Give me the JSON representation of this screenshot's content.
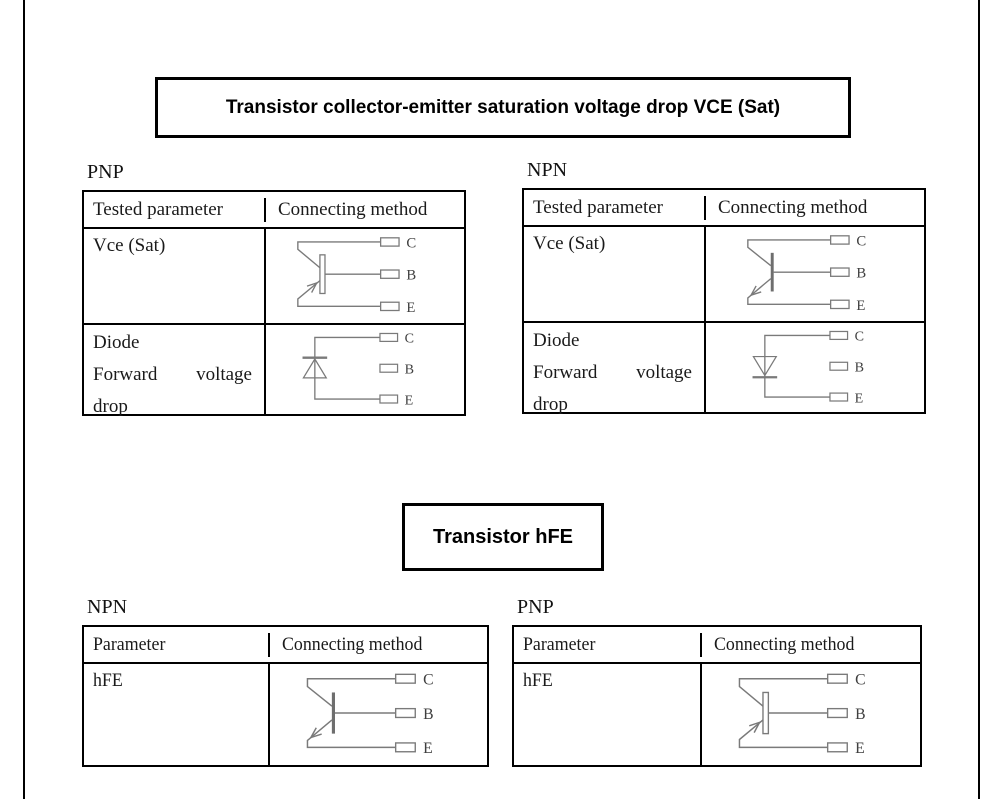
{
  "colors": {
    "wire": "#7a7a7a",
    "table_border": "#000000",
    "page_background": "#ffffff"
  },
  "terminals": [
    "C",
    "B",
    "E"
  ],
  "section_vce": {
    "title": "Transistor collector-emitter saturation voltage drop VCE (Sat)",
    "left_table": {
      "type_label": "PNP",
      "headers": [
        "Tested parameter",
        "Connecting method"
      ],
      "row1_parameter": "Vce (Sat)",
      "row1_diagram": "pnp-transistor",
      "row2_lines": [
        "Diode",
        "Forward voltage",
        "drop"
      ],
      "row2_diagram": "diode-cathode-up"
    },
    "right_table": {
      "type_label": "NPN",
      "headers": [
        "Tested parameter",
        "Connecting method"
      ],
      "row1_parameter": "Vce (Sat)",
      "row1_diagram": "npn-transistor",
      "row2_lines": [
        "Diode",
        "Forward voltage",
        "drop"
      ],
      "row2_diagram": "diode-cathode-down"
    }
  },
  "section_hfe": {
    "title": "Transistor hFE",
    "left_table": {
      "type_label": "NPN",
      "headers": [
        "Parameter",
        "Connecting method"
      ],
      "row1_parameter": "hFE",
      "row1_diagram": "npn-transistor"
    },
    "right_table": {
      "type_label": "PNP",
      "headers": [
        "Parameter",
        "Connecting method"
      ],
      "row1_parameter": "hFE",
      "row1_diagram": "pnp-transistor"
    }
  }
}
